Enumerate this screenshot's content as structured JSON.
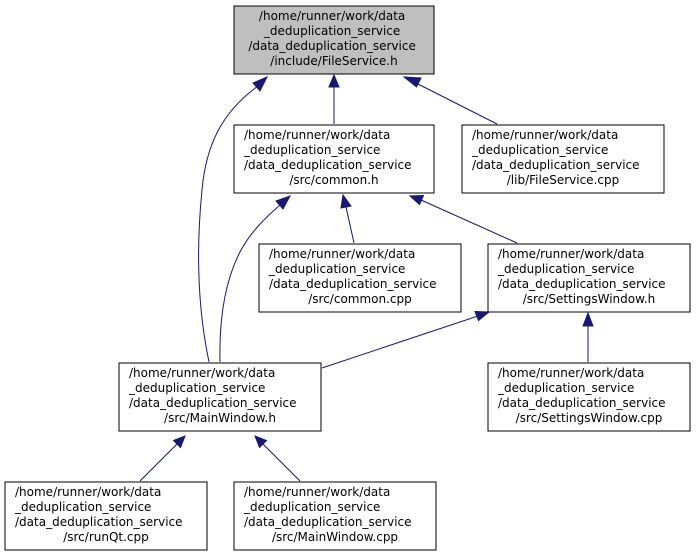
{
  "colors": {
    "root_fill": "#bfbfbf",
    "node_fill": "#ffffff",
    "node_stroke": "#000000",
    "edge": "#191970"
  },
  "nodes": {
    "fileservice_h": {
      "lines": [
        "/home/runner/work/data",
        "_deduplication_service",
        "/data_deduplication_service",
        "/include/FileService.h"
      ]
    },
    "common_h": {
      "lines": [
        "/home/runner/work/data",
        "_deduplication_service",
        "/data_deduplication_service",
        "/src/common.h"
      ]
    },
    "fileservice_cpp": {
      "lines": [
        "/home/runner/work/data",
        "_deduplication_service",
        "/data_deduplication_service",
        "/lib/FileService.cpp"
      ]
    },
    "common_cpp": {
      "lines": [
        "/home/runner/work/data",
        "_deduplication_service",
        "/data_deduplication_service",
        "/src/common.cpp"
      ]
    },
    "settingswindow_h": {
      "lines": [
        "/home/runner/work/data",
        "_deduplication_service",
        "/data_deduplication_service",
        "/src/SettingsWindow.h"
      ]
    },
    "mainwindow_h": {
      "lines": [
        "/home/runner/work/data",
        "_deduplication_service",
        "/data_deduplication_service",
        "/src/MainWindow.h"
      ]
    },
    "settingswindow_cpp": {
      "lines": [
        "/home/runner/work/data",
        "_deduplication_service",
        "/data_deduplication_service",
        "/src/SettingsWindow.cpp"
      ]
    },
    "runqt_cpp": {
      "lines": [
        "/home/runner/work/data",
        "_deduplication_service",
        "/data_deduplication_service",
        "/src/runQt.cpp"
      ]
    },
    "mainwindow_cpp": {
      "lines": [
        "/home/runner/work/data",
        "_deduplication_service",
        "/data_deduplication_service",
        "/src/MainWindow.cpp"
      ]
    }
  },
  "edges": [
    {
      "from": "common_h",
      "to": "fileservice_h"
    },
    {
      "from": "fileservice_cpp",
      "to": "fileservice_h"
    },
    {
      "from": "mainwindow_h",
      "to": "fileservice_h"
    },
    {
      "from": "common_cpp",
      "to": "common_h"
    },
    {
      "from": "settingswindow_h",
      "to": "common_h"
    },
    {
      "from": "mainwindow_h",
      "to": "common_h"
    },
    {
      "from": "mainwindow_h",
      "to": "settingswindow_h"
    },
    {
      "from": "settingswindow_cpp",
      "to": "settingswindow_h"
    },
    {
      "from": "runqt_cpp",
      "to": "mainwindow_h"
    },
    {
      "from": "mainwindow_cpp",
      "to": "mainwindow_h"
    }
  ]
}
